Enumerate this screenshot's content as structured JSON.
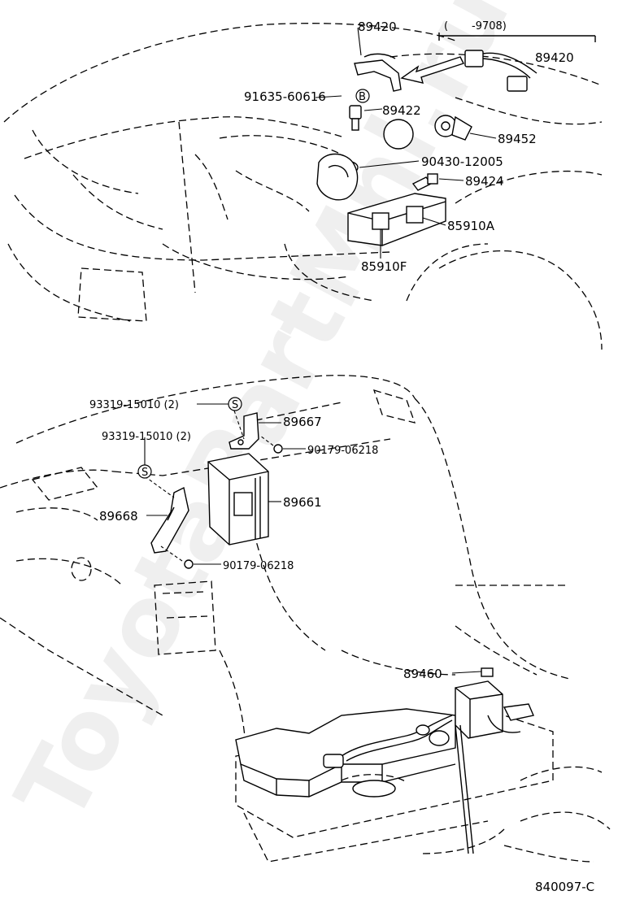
{
  "watermark": "ToyotaPartMnl.ru",
  "figure_code": "840097-C",
  "top_section": {
    "callout_bracket": "(       -9708)",
    "labels": {
      "p89420_a": "89420",
      "p89420_b": "89420",
      "p91635": "91635-60616",
      "p89422": "89422",
      "p89452": "89452",
      "p90430": "90430-12005",
      "p89424": "89424",
      "p85910A": "85910A",
      "p85910F": "85910F"
    },
    "marker_b": "B"
  },
  "middle_section": {
    "labels": {
      "p93319_a": "93319-15010 (2)",
      "p93319_b": "93319-15010 (2)",
      "p89667": "89667",
      "p90179_a": "90179-06218",
      "p89661": "89661",
      "p89668": "89668",
      "p90179_b": "90179-06218"
    },
    "marker_s": "S"
  },
  "bottom_section": {
    "labels": {
      "p89460": "89460"
    }
  }
}
